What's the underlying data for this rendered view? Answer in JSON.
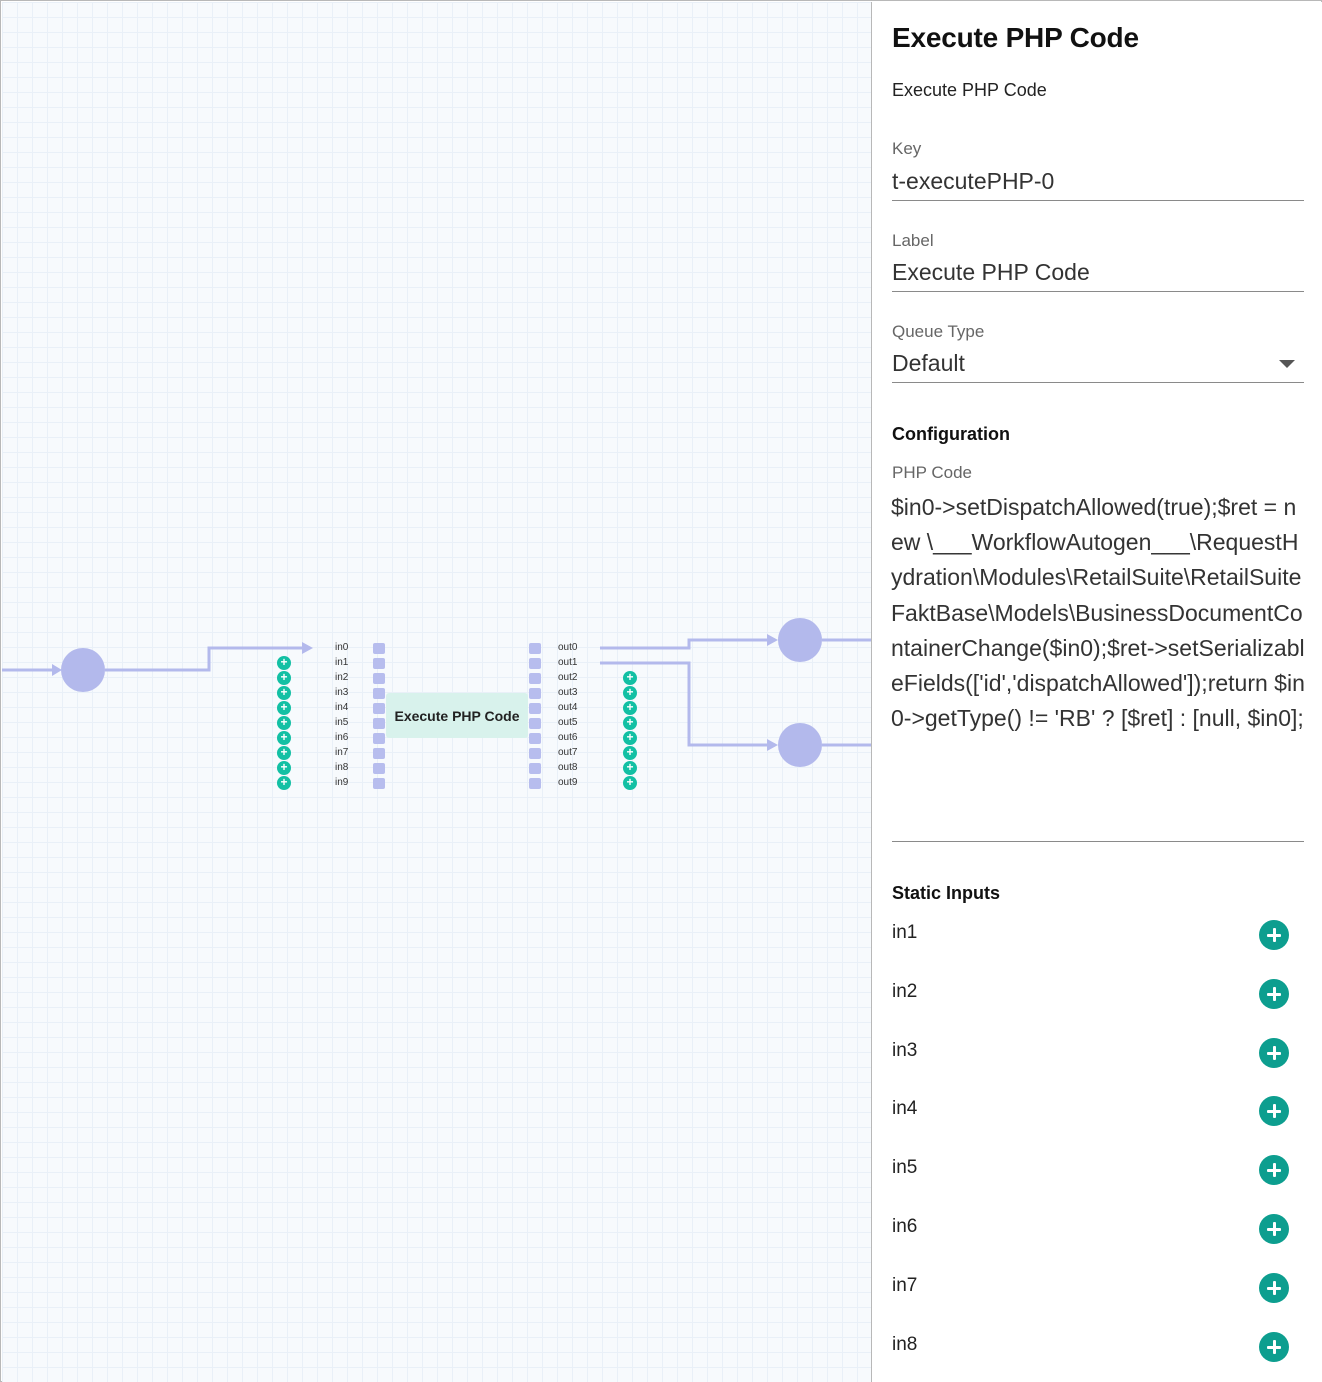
{
  "canvas": {
    "node": {
      "label": "Execute PHP Code",
      "inputs": [
        "in0",
        "in1",
        "in2",
        "in3",
        "in4",
        "in5",
        "in6",
        "in7",
        "in8",
        "in9"
      ],
      "outputs": [
        "out0",
        "out1",
        "out2",
        "out3",
        "out4",
        "out5",
        "out6",
        "out7",
        "out8",
        "out9"
      ]
    },
    "colors": {
      "wire": "#b3b9ec",
      "node_fill": "#d8f2ec",
      "port_add": "#13c0a4"
    }
  },
  "panel": {
    "title": "Execute PHP Code",
    "subtitle": "Execute PHP Code",
    "key": {
      "label": "Key",
      "value": "t-executePHP-0"
    },
    "label_field": {
      "label": "Label",
      "value": "Execute PHP Code"
    },
    "queue_type": {
      "label": "Queue Type",
      "value": "Default"
    },
    "configuration": {
      "title": "Configuration",
      "php_label": "PHP Code",
      "php_code": "$in0->setDispatchAllowed(true);$ret = new \\___WorkflowAutogen___\\RequestHydration\\Modules\\RetailSuite\\RetailSuiteFaktBase\\Models\\BusinessDocumentContainerChange($in0);$ret->setSerializableFields(['id','dispatchAllowed']);return $in0->getType() != 'RB' ? [$ret] : [null, $in0];"
    },
    "static_inputs": {
      "title": "Static Inputs",
      "items": [
        "in1",
        "in2",
        "in3",
        "in4",
        "in5",
        "in6",
        "in7",
        "in8"
      ]
    },
    "colors": {
      "add_button": "#0d9e8f"
    }
  }
}
